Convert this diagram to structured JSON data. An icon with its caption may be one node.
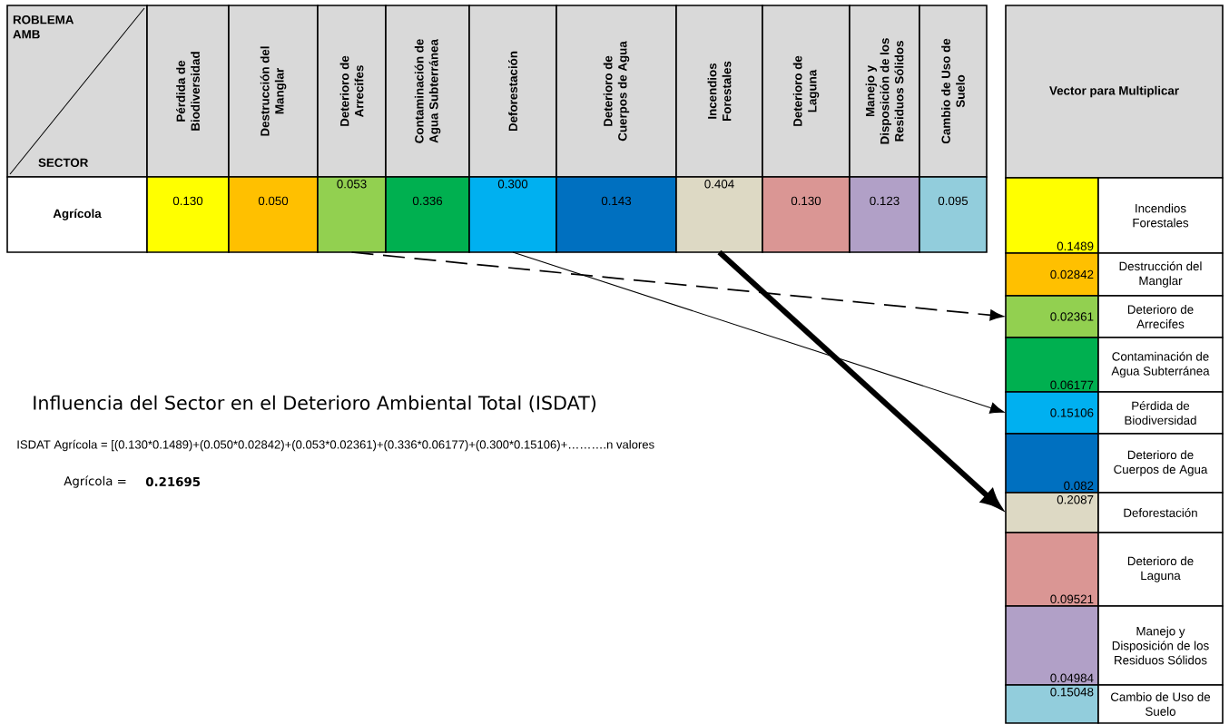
{
  "diagram": {
    "title": "Influencia del Sector en el Deterioro Ambiental Total (ISDAT)",
    "nodes": [
      {
        "text": [
          "ROBLEMA AMB",
          "SECTOR"
        ]
      },
      {
        "text": [
          "Pérdida de Biodiversidad"
        ]
      },
      {
        "text": [
          "Destrucción del Manglar"
        ]
      },
      {
        "text": [
          "Deterioro de Arrecifes"
        ]
      },
      {
        "text": [
          "Contaminación de Agua Subterránea"
        ]
      },
      {
        "text": [
          "Deforestación"
        ]
      },
      {
        "text": [
          "Deterioro de Cuerpos de Agua"
        ]
      },
      {
        "text": [
          "Incendios Forestales"
        ]
      },
      {
        "text": [
          "Deterioro de Laguna"
        ]
      },
      {
        "text": [
          "Manejo y Disposición de los Residuos Sólidos"
        ]
      },
      {
        "text": [
          "Cambio de Uso de Suelo"
        ]
      },
      {
        "text": [
          "Agrícola"
        ]
      },
      {
        "text": [
          "0.130"
        ]
      },
      {
        "text": [
          "0.050"
        ]
      },
      {
        "text": [
          "0.053"
        ]
      },
      {
        "text": [
          "0.336"
        ]
      },
      {
        "text": [
          "0.300"
        ]
      },
      {
        "text": [
          "0.143"
        ]
      },
      {
        "text": [
          "0.404"
        ]
      },
      {
        "text": [
          "0.130"
        ]
      },
      {
        "text": [
          "0.123"
        ]
      },
      {
        "text": [
          "0.095"
        ]
      },
      {
        "text": [
          "Vector para Multiplicar"
        ]
      },
      {
        "text": [
          "0.1489"
        ]
      },
      {
        "text": [
          "Incendios Forestales"
        ]
      },
      {
        "text": [
          "0.02842"
        ]
      },
      {
        "text": [
          "Destrucción del Manglar"
        ]
      },
      {
        "text": [
          "0.02361"
        ]
      },
      {
        "text": [
          "Deterioro de Arrecifes"
        ]
      },
      {
        "text": [
          "0.06177"
        ]
      },
      {
        "text": [
          "Contaminación de Agua Subterránea"
        ]
      },
      {
        "text": [
          "0.15106"
        ]
      },
      {
        "text": [
          "Pérdida de Biodiversidad"
        ]
      },
      {
        "text": [
          "0.082"
        ]
      },
      {
        "text": [
          "Deterioro de Cuerpos de Agua"
        ]
      },
      {
        "text": [
          "0.2087"
        ]
      },
      {
        "text": [
          "Deforestación"
        ]
      },
      {
        "text": [
          "0.09521"
        ]
      },
      {
        "text": [
          "Deterioro de Laguna"
        ]
      },
      {
        "text": [
          "0.04984"
        ]
      },
      {
        "text": [
          "Manejo y Disposición de los Residuos Sólidos"
        ]
      },
      {
        "text": [
          "0.15048"
        ]
      },
      {
        "text": [
          "Cambio de Uso de Suelo"
        ]
      }
    ],
    "edges": [
      {
        "from": 14,
        "to": 27,
        "arrow": "to",
        "style": "dashed"
      },
      {
        "from": 16,
        "to": 31,
        "arrow": "to"
      },
      {
        "from": 18,
        "to": 35,
        "arrow": "to",
        "style": "thick"
      }
    ],
    "labels": [
      "ISDAT Agrícola = [(0.130*0.1489)+(0.050*0.02842)+(0.053*0.02361)+(0.336*0.06177)+(0.300*0.15106)+……….n valores",
      "Agrícola =",
      "0.21695"
    ]
  }
}
